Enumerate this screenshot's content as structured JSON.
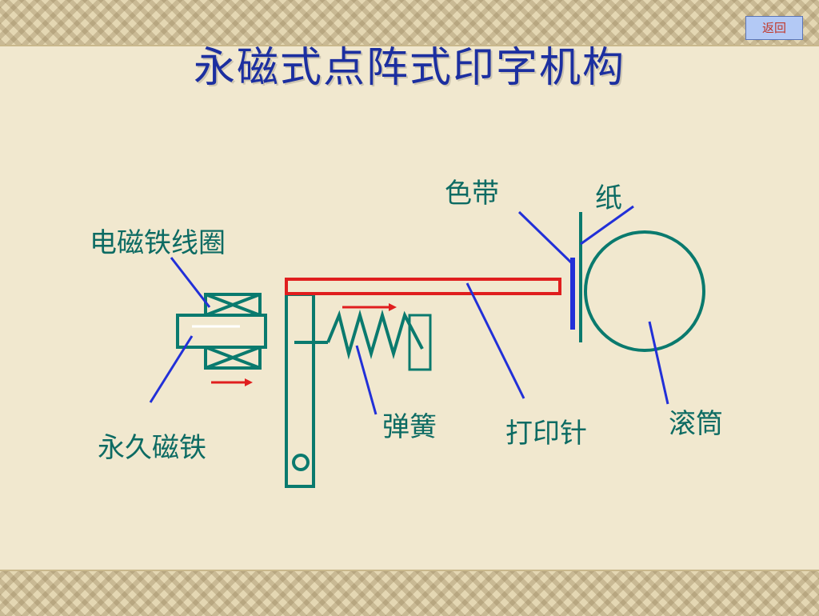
{
  "nav": {
    "back_label": "返回"
  },
  "title": "永磁式点阵式印字机构",
  "labels": {
    "coil": "电磁铁线圈",
    "magnet": "永久磁铁",
    "spring": "弹簧",
    "pin": "打印针",
    "ribbon": "色带",
    "paper": "纸",
    "roller": "滚筒"
  },
  "colors": {
    "title": "#1c2fa0",
    "label": "#0d6b63",
    "structure": "#0a7a6e",
    "pin": "#e01e1e",
    "arrow": "#e01e1e",
    "leader": "#2230d8",
    "ribbon": "#2230d8"
  }
}
